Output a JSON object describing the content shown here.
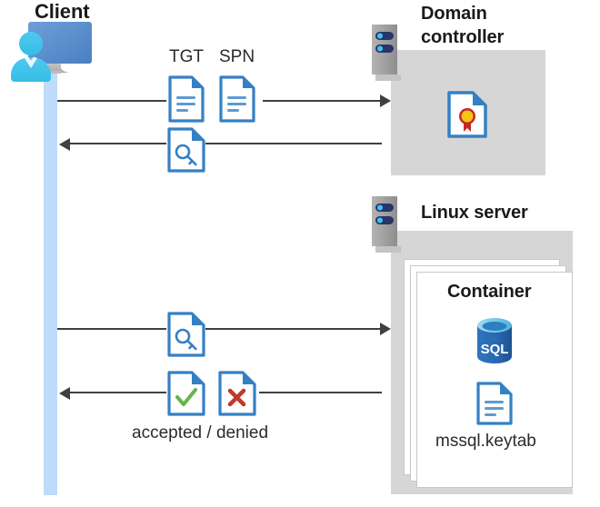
{
  "diagram": {
    "title_client": "Client",
    "title_domain_controller": "Domain controller",
    "title_linux_server": "Linux server",
    "title_container": "Container",
    "label_keytab": "mssql.keytab",
    "label_tgt": "TGT",
    "label_spn": "SPN",
    "label_accepted_denied": "accepted / denied"
  },
  "icons": {
    "client": "user-monitor-icon",
    "server_rack": "server-rack-icon",
    "document_lines": "document-lines-icon",
    "document_key": "document-key-icon",
    "document_certificate": "document-certificate-icon",
    "document_check": "document-check-icon",
    "document_cross": "document-cross-icon",
    "sql_database": "sql-database-icon"
  },
  "flows": [
    {
      "name": "client-to-dc-request",
      "direction": "right",
      "payload": [
        "TGT",
        "SPN"
      ]
    },
    {
      "name": "dc-to-client-ticket",
      "direction": "left",
      "payload": [
        "service ticket"
      ]
    },
    {
      "name": "client-to-linux-ticket",
      "direction": "right",
      "payload": [
        "service ticket"
      ]
    },
    {
      "name": "linux-to-client-result",
      "direction": "left",
      "payload": [
        "accepted",
        "denied"
      ]
    }
  ],
  "colors": {
    "lifeline": "#bedbfc",
    "zone_gray": "#d6d6d6",
    "arrow": "#404040",
    "doc_blue": "#3580c4",
    "doc_fold": "#4a8fd4",
    "accent_green": "#69b34c",
    "accent_red": "#c0392b",
    "sql_blue": "#2b6fb5",
    "cert_gold": "#f5c518",
    "cert_red": "#c62828",
    "server_body": "#9a9a9a",
    "server_pill": "#27356b",
    "server_led": "#45c3f0",
    "text": "#1a1a1a"
  }
}
